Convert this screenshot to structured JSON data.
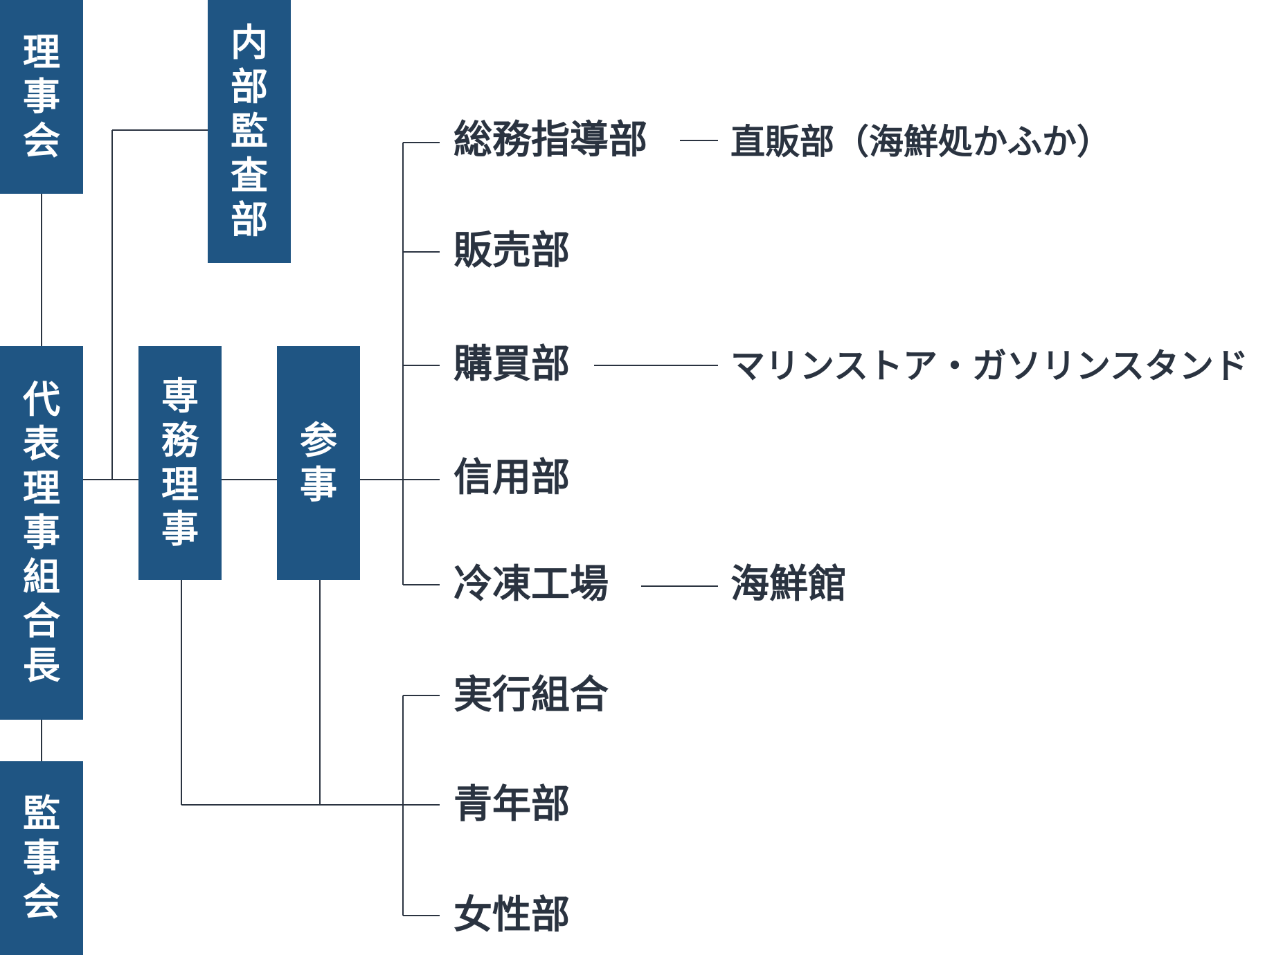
{
  "colors": {
    "box": "#1f5583",
    "line": "#2a3340",
    "text": "#2a3340"
  },
  "boxes": {
    "rijikai": "理事会",
    "daihyo": "代表理事組合長",
    "kanjikai": "監事会",
    "naibu": "内部監査部",
    "senmu": "専務理事",
    "sanji": "参事"
  },
  "departments": {
    "somu": "総務指導部",
    "hanbai": "販売部",
    "kobai": "購買部",
    "shinyo": "信用部",
    "reito": "冷凍工場",
    "jikko": "実行組合",
    "seinen": "青年部",
    "josei": "女性部"
  },
  "sub_units": {
    "chokuhan": "直販部（海鮮処かふか）",
    "marine": "マリンストア・ガソリンスタンド",
    "kaisenkan": "海鮮館"
  }
}
